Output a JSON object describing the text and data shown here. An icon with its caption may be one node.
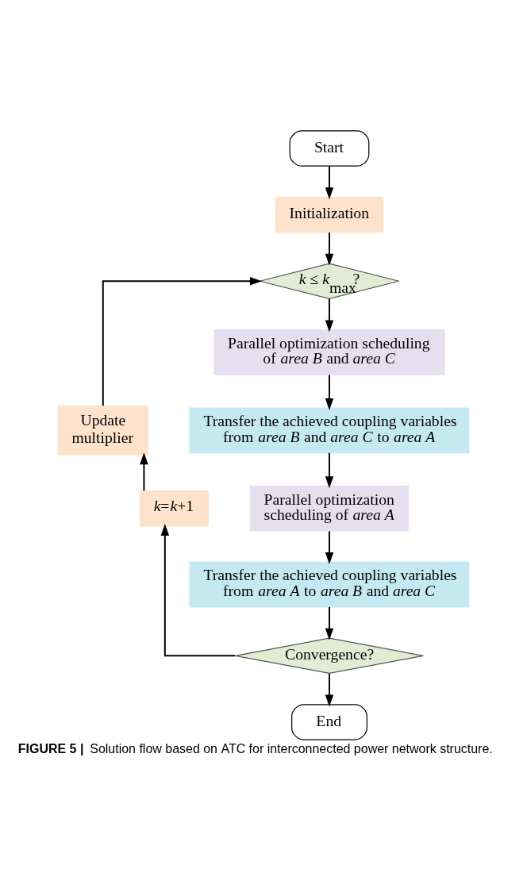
{
  "diagram": {
    "caption": "**FIGURE 5 |** Solution flow based on ATC for interconnected power network structure.",
    "nodes": [
      {
        "text": [
          "Start"
        ]
      },
      {
        "text": [
          "Initialization"
        ]
      },
      {
        "text": [
          "*k* ≤ *k*$_{max}$?"
        ]
      },
      {
        "text": [
          "Parallel optimization scheduling of *area B* and *area C*"
        ]
      },
      {
        "text": [
          "Transfer the achieved coupling variables from *area B* and *area C* to *area A*"
        ]
      },
      {
        "text": [
          "Parallel optimization scheduling of *area A*"
        ]
      },
      {
        "text": [
          "Transfer the achieved coupling variables from *area A* to *area B* and *area C*"
        ]
      },
      {
        "text": [
          "Convergence?"
        ]
      },
      {
        "text": [
          "End"
        ]
      },
      {
        "text": [
          "*k*=*k*+1"
        ]
      },
      {
        "text": [
          "Update multiplier"
        ]
      }
    ],
    "edges": [
      {
        "from": 0,
        "to": 1,
        "arrow": "to"
      },
      {
        "from": 1,
        "to": 2,
        "arrow": "to"
      },
      {
        "from": 2,
        "to": 3,
        "arrow": "to"
      },
      {
        "from": 3,
        "to": 4,
        "arrow": "to"
      },
      {
        "from": 4,
        "to": 5,
        "arrow": "to"
      },
      {
        "from": 5,
        "to": 6,
        "arrow": "to"
      },
      {
        "from": 6,
        "to": 7,
        "arrow": "to"
      },
      {
        "from": 7,
        "to": 8,
        "arrow": "to"
      },
      {
        "from": 7,
        "to": 9,
        "arrow": "to"
      },
      {
        "from": 9,
        "to": 10,
        "arrow": "to"
      },
      {
        "from": 10,
        "to": 2,
        "arrow": "to"
      }
    ]
  }
}
